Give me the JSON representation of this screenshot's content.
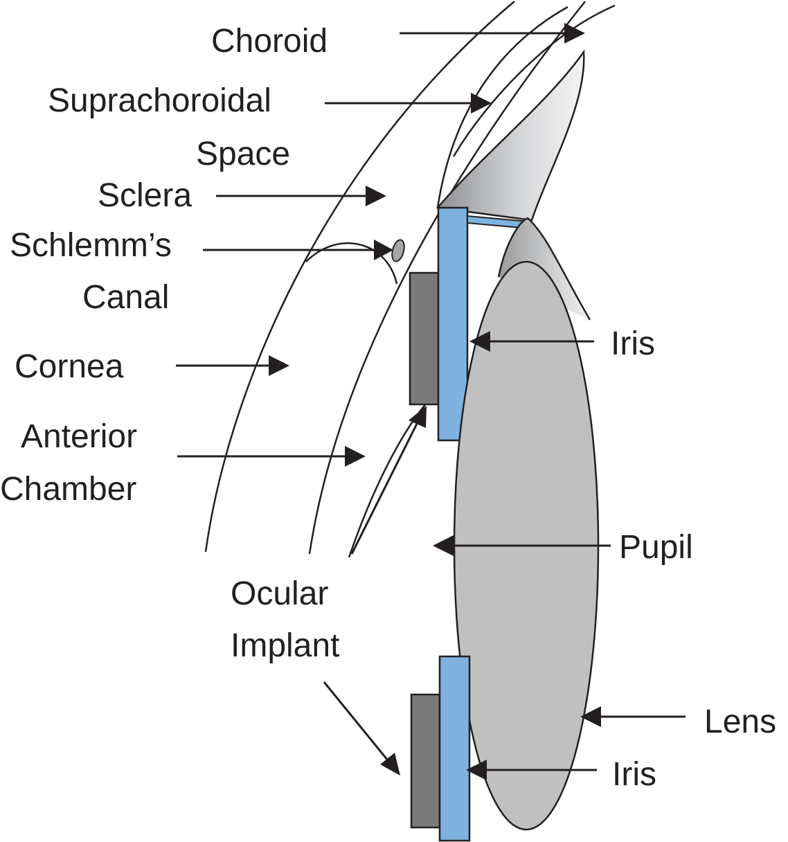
{
  "labels": {
    "choroid": "Choroid",
    "suprachoroidal": "Suprachoroidal",
    "space": "Space",
    "sclera": "Sclera",
    "schlemms": "Schlemm’s",
    "canal": "Canal",
    "cornea": "Cornea",
    "anterior": "Anterior",
    "chamber": "Chamber",
    "ocular": "Ocular",
    "implant": "Implant",
    "iris_top": "Iris",
    "pupil": "Pupil",
    "lens": "Lens",
    "iris_bottom": "Iris"
  },
  "colors": {
    "implant_blue": "#7fb2e0",
    "implant_gray": "#7a7a7a",
    "lens_gray": "#c0c0c0",
    "ink": "#231f20"
  }
}
